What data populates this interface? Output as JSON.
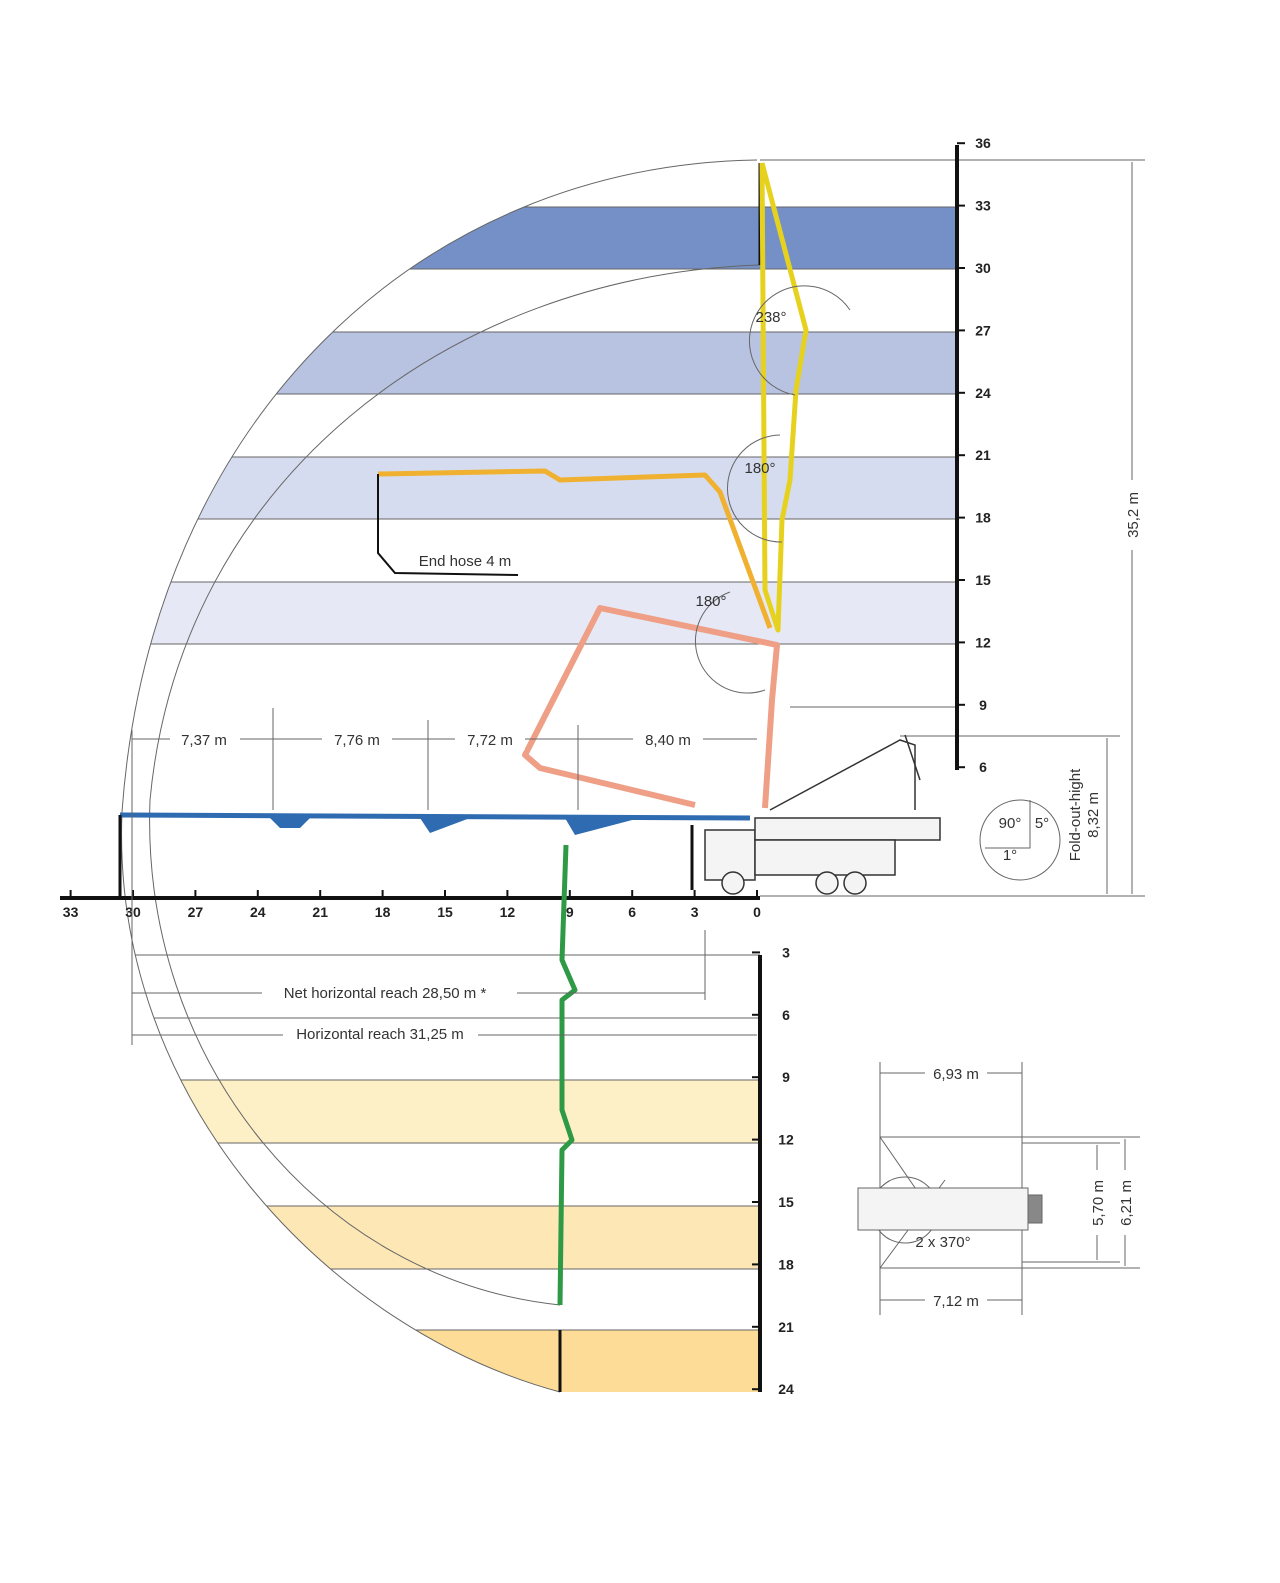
{
  "height_axis": {
    "labels": [
      "36",
      "33",
      "30",
      "27",
      "24",
      "21",
      "18",
      "15",
      "12",
      "9",
      "6"
    ]
  },
  "reach_axis": {
    "labels": [
      "33",
      "30",
      "27",
      "24",
      "21",
      "18",
      "15",
      "12",
      "9",
      "6",
      "3",
      "0"
    ]
  },
  "depth_axis": {
    "labels": [
      "3",
      "6",
      "9",
      "12",
      "15",
      "18",
      "21",
      "24"
    ]
  },
  "segments": [
    "7,37 m",
    "7,76 m",
    "7,72 m",
    "8,40 m"
  ],
  "angles": {
    "a1": "238°",
    "a2": "180°",
    "a3": "180°"
  },
  "end_hose": "End hose 4 m",
  "net_reach": "Net horizontal reach 28,50 m *",
  "horizontal_reach": "Horizontal reach 31,25 m",
  "total_height": "35,2 m",
  "fold_out": {
    "label": "Fold-out-hight",
    "value": "8,32 m"
  },
  "slew": {
    "a": "90°",
    "b": "5°",
    "c": "1°"
  },
  "outrigger": {
    "front": "6,93 m",
    "rear": "7,12 m",
    "width1": "5,70 m",
    "width2": "6,21 m",
    "rotation": "2 x 370°"
  },
  "colors": {
    "band_top1": "#7590c6",
    "band_top2": "#b8c3e2",
    "band_top3": "#d6dcef",
    "band_top4": "#e6e9f5",
    "band_bot1": "#fdf0c6",
    "band_bot2": "#fde8b5",
    "band_bot3": "#fcdc96",
    "yellow": "#ecd925",
    "orange": "#f0b030",
    "salmon": "#ee9f86",
    "blue": "#2f6bb0",
    "green": "#2f9a45"
  }
}
